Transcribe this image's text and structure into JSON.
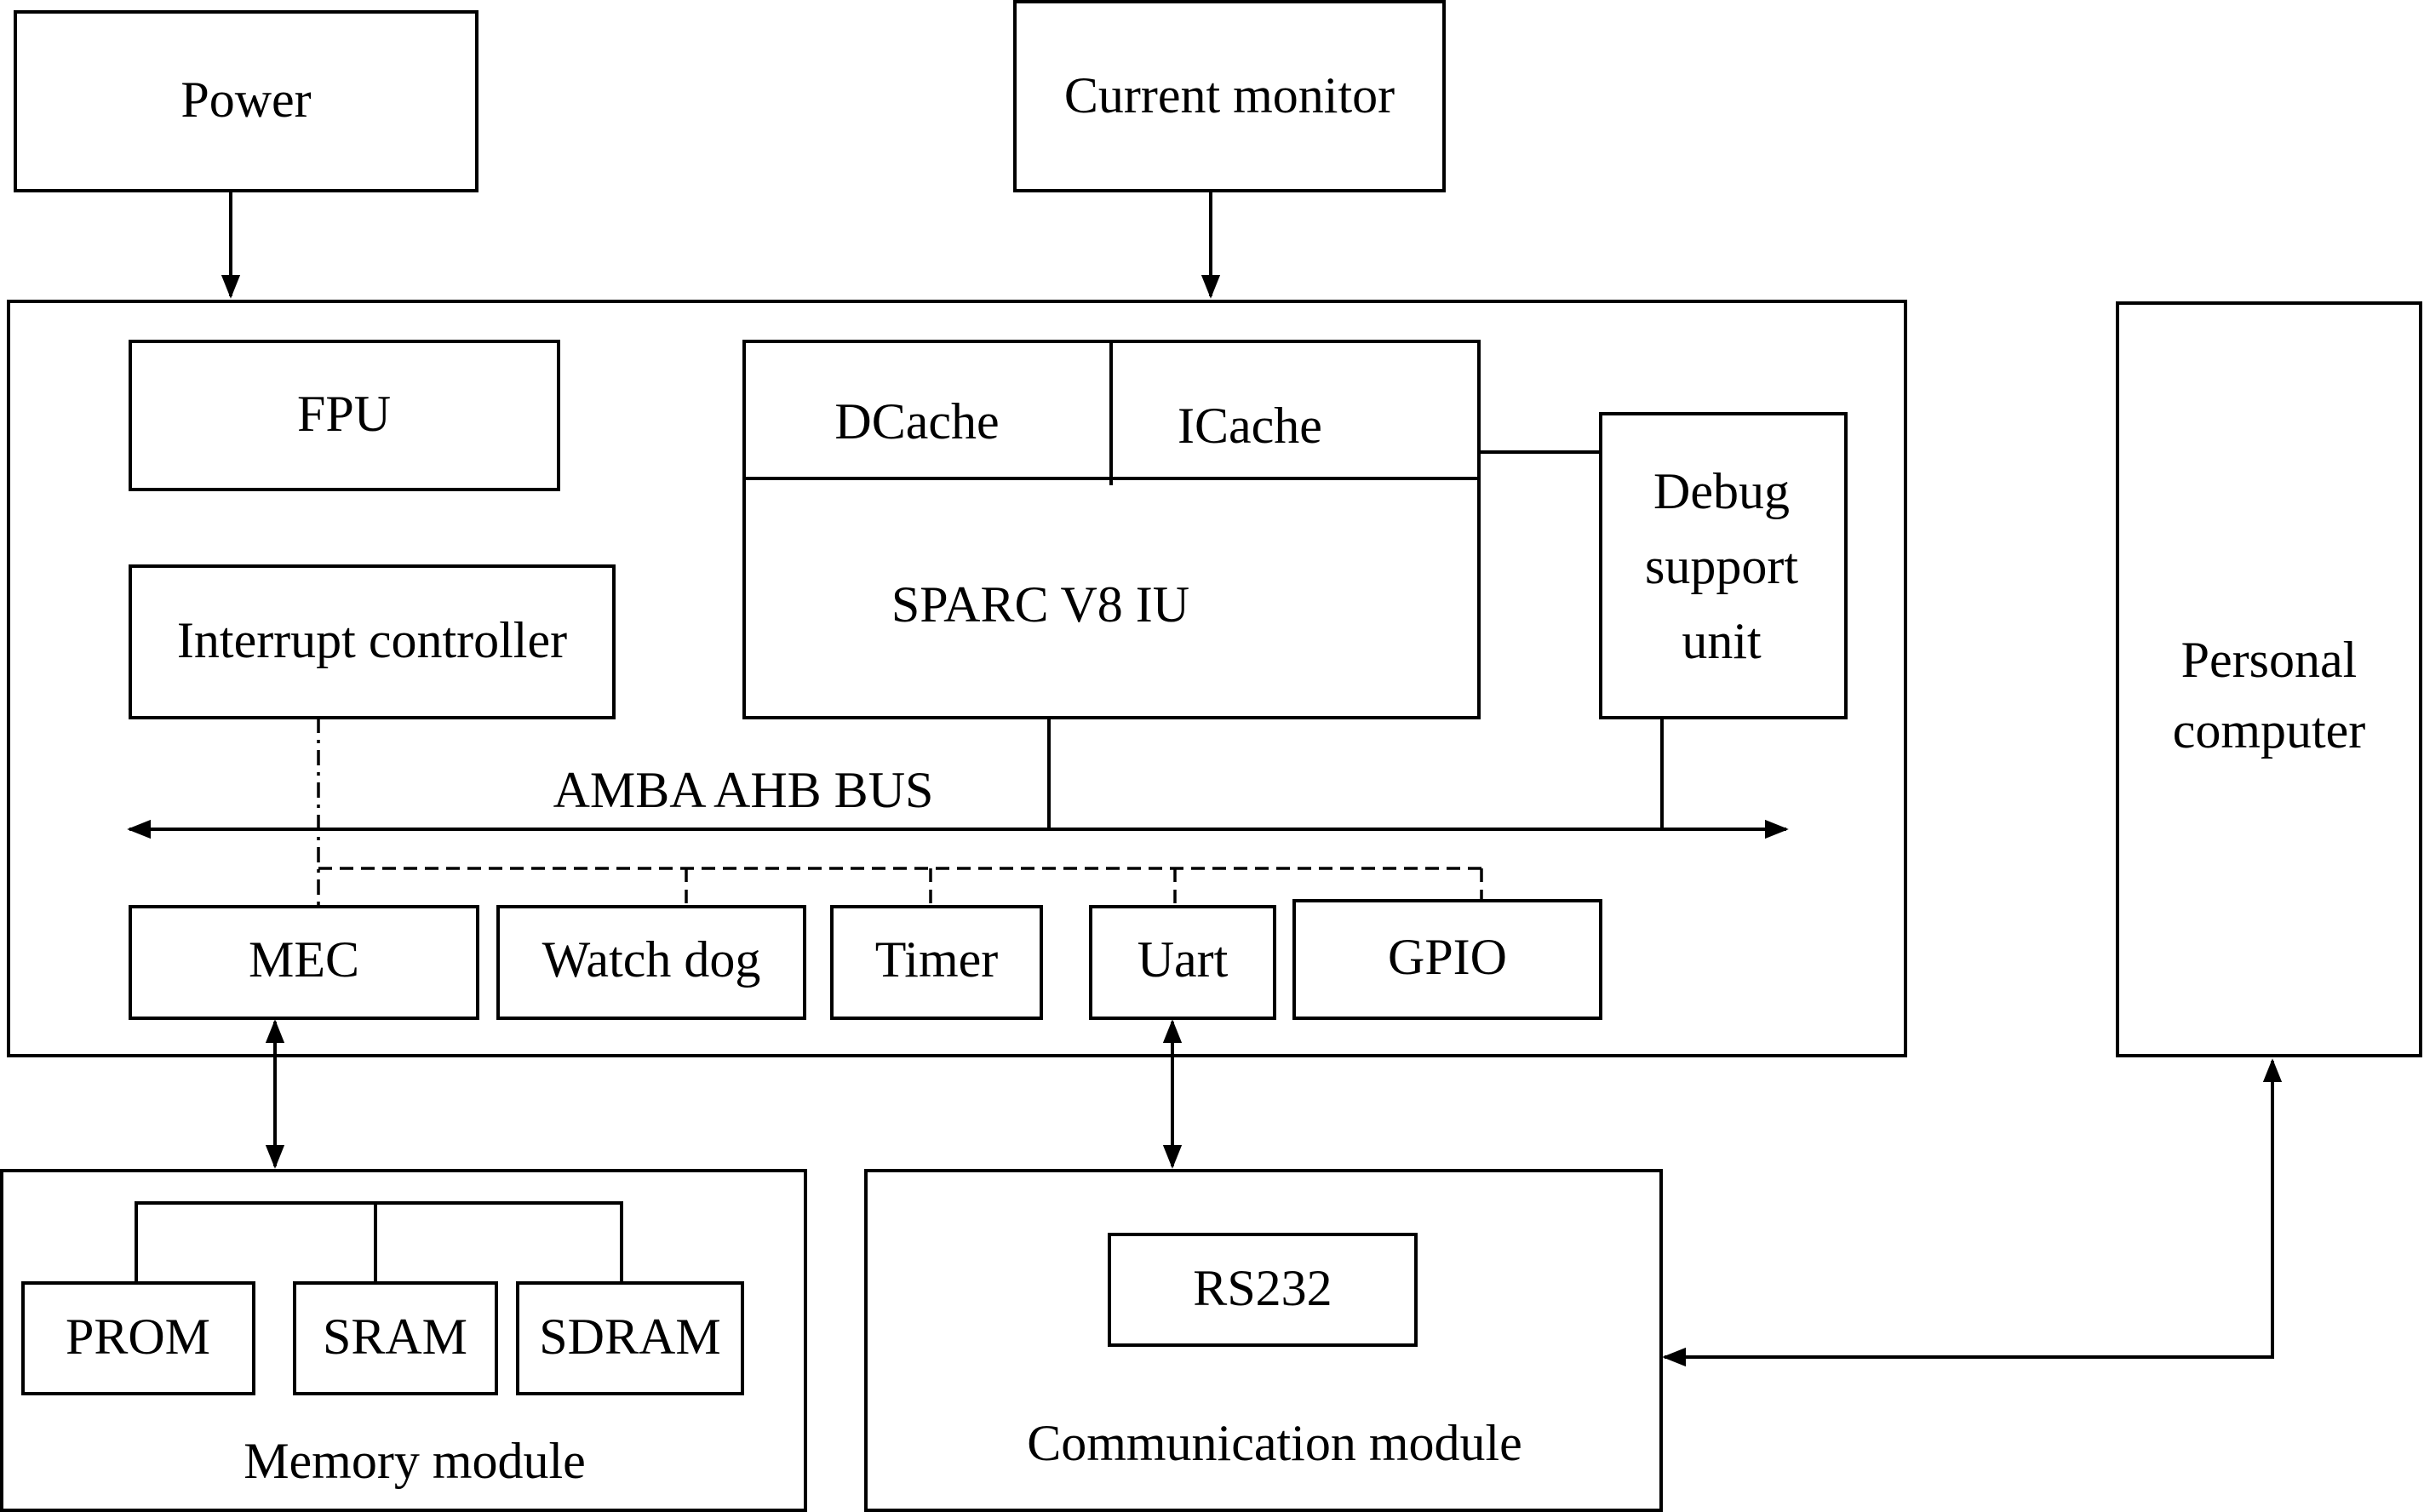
{
  "diagram": {
    "power": "Power",
    "current_monitor": "Current monitor",
    "fpu": "FPU",
    "interrupt_controller": "Interrupt controller",
    "dcache": "DCache",
    "icache": "ICache",
    "sparc_iu": "SPARC V8 IU",
    "debug_unit": [
      "Debug",
      "support",
      "unit"
    ],
    "bus": "AMBA AHB BUS",
    "mec": "MEC",
    "watchdog": "Watch dog",
    "timer": "Timer",
    "uart": "Uart",
    "gpio": "GPIO",
    "personal_computer": [
      "Personal",
      "computer"
    ],
    "prom": "PROM",
    "sram": "SRAM",
    "sdram": "SDRAM",
    "memory_module": "Memory module",
    "rs232": "RS232",
    "communication_module": "Communication module"
  },
  "colors": {
    "stroke": "#000000",
    "background": "#ffffff"
  }
}
